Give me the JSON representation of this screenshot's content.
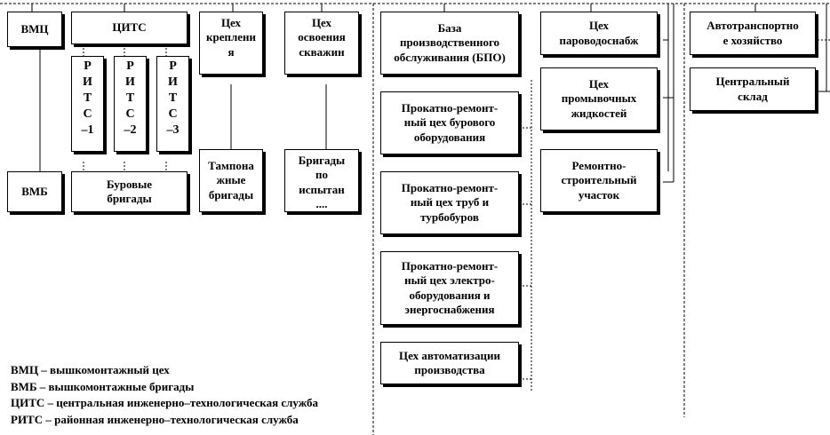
{
  "boxes": {
    "vmc": "ВМЦ",
    "cits": "ЦИТС",
    "rits1": "Р\nИ\nТ\nС\n–1",
    "rits2": "Р\nИ\nТ\nС\n–2",
    "rits3": "Р\nИ\nТ\nС\n–3",
    "vmb": "ВМБ",
    "burovye": "Буровые\nбригады",
    "ceh_krepleniya": "Цех\nкреплени\nя",
    "tamponazhnye": "Тампона\nжные\nбригады",
    "ceh_osvoeniya": "Цех\nосвоения\nскважин",
    "brigady_ispytaniya": "Бригады\nпо\nиспытан\n....",
    "bpo": "База\nпроизводственного\nобслуживания (БПО)",
    "prcbo": "Прокатно-ремонт-\nный цех бурового\nоборудования",
    "prctt": "Прокатно-ремонт-\nный цех труб и\nтурбобуров",
    "prceo": "Прокатно-ремонт-\nный цех электро-\nоборудования и\nэнергоснабжения",
    "ceh_avtomatizacii": "Цех автоматизации\nпроизводства",
    "ceh_parovodosnab": "Цех\nпароводоснабж",
    "ceh_promyvochnyh": "Цех\nпромывочных\nжидкостей",
    "remontno_stroit": "Ремонтно-\nстроительный\nучасток",
    "avtotransport": "Автотранспортно\nе хозяйство",
    "centralnyi_sklad": "Центральный\nсклад"
  },
  "legend": [
    "ВМЦ – вышкомонтажный цех",
    "ВМБ – вышкомонтажные бригады",
    "ЦИТС – центральная инженерно–технологическая служба",
    "РИТС – районная инженерно–технологическая служба"
  ]
}
